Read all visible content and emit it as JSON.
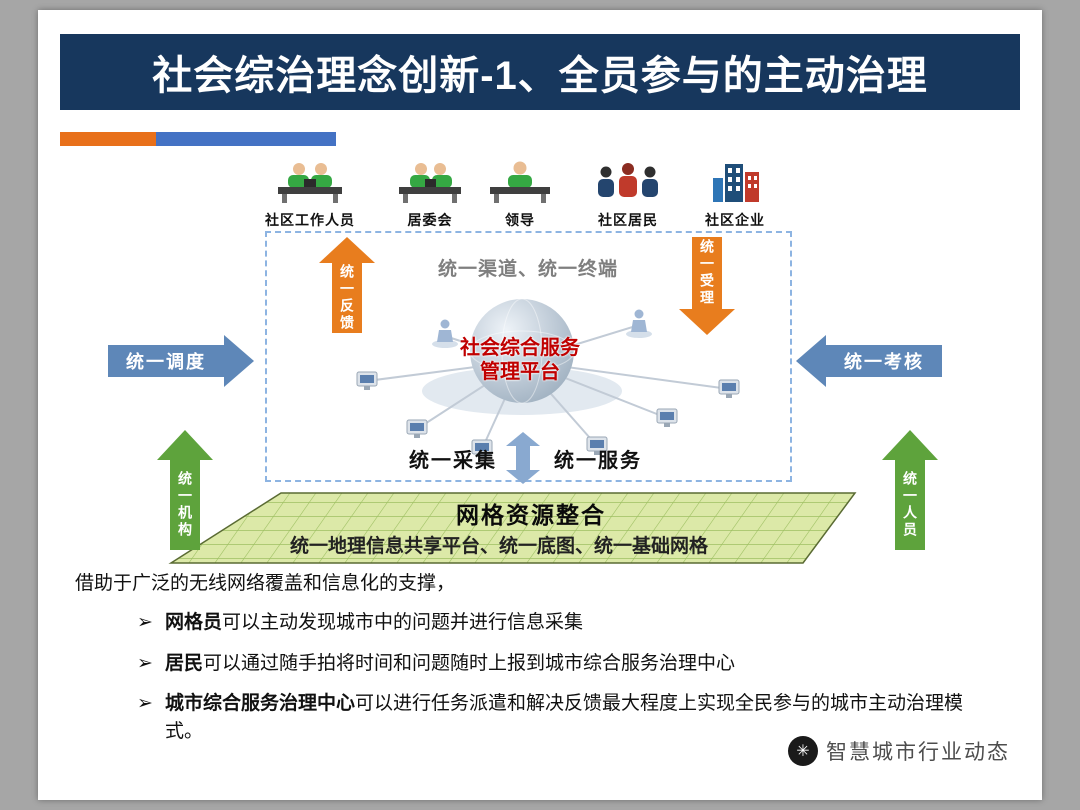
{
  "slide": {
    "title": "社会综治理念创新-1、全员参与的主动治理"
  },
  "actors": [
    {
      "label": "社区工作人员"
    },
    {
      "label": "居委会"
    },
    {
      "label": "领导"
    },
    {
      "label": "社区居民"
    },
    {
      "label": "社区企业"
    }
  ],
  "diagram": {
    "channel": "统一渠道、统一终端",
    "platform_line1": "社会综合服务",
    "platform_line2": "管理平台",
    "arrow_feedback": "统一反馈",
    "arrow_accept": "统一受理",
    "arrow_dispatch": "统一调度",
    "arrow_assess": "统一考核",
    "arrow_org": "统一机构",
    "arrow_staff": "统一人员",
    "collect": "统一采集",
    "service": "统一服务",
    "grid_title": "网格资源整合",
    "grid_subtitle": "统一地理信息共享平台、统一底图、统一基础网格"
  },
  "body": {
    "intro": "借助于广泛的无线网络覆盖和信息化的支撑，",
    "bullet_marker": "➢",
    "bullets": [
      {
        "lead": "网格员",
        "text": "可以主动发现城市中的问题并进行信息采集"
      },
      {
        "lead": "居民",
        "text": "可以通过随手拍将时间和问题随时上报到城市综合服务治理中心"
      },
      {
        "lead": "城市综合服务治理中心",
        "text": "可以进行任务派遣和解决反馈最大程度上实现全民参与的城市主动治理模式。"
      }
    ]
  },
  "footer": {
    "watermark": "智慧城市行业动态"
  },
  "colors": {
    "header_bg": "#17375D",
    "accent_orange": "#E8701A",
    "accent_blue": "#4472C4",
    "orange_arrow": "#E87D1E",
    "blue_arrow": "#5E87B8",
    "green_arrow": "#5EA33C",
    "platform_red": "#C00000",
    "grid_fill": "#DCE9A8"
  }
}
